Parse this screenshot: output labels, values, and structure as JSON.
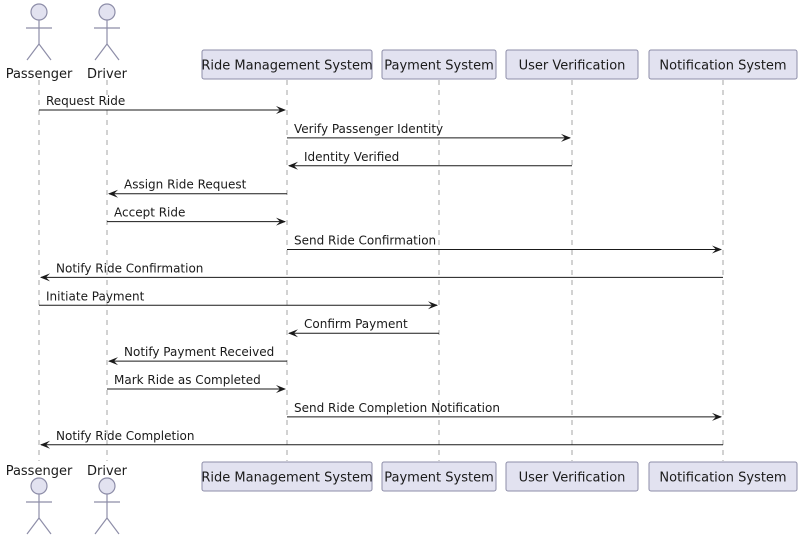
{
  "participants": [
    {
      "id": "passenger",
      "label": "Passenger",
      "kind": "actor"
    },
    {
      "id": "driver",
      "label": "Driver",
      "kind": "actor"
    },
    {
      "id": "ride_management",
      "label": "Ride Management System",
      "kind": "participant"
    },
    {
      "id": "payment",
      "label": "Payment System",
      "kind": "participant"
    },
    {
      "id": "user_verification",
      "label": "User Verification",
      "kind": "participant"
    },
    {
      "id": "notification",
      "label": "Notification System",
      "kind": "participant"
    }
  ],
  "messages": [
    {
      "from": "passenger",
      "to": "ride_management",
      "label": "Request Ride"
    },
    {
      "from": "ride_management",
      "to": "user_verification",
      "label": "Verify Passenger Identity"
    },
    {
      "from": "user_verification",
      "to": "ride_management",
      "label": "Identity Verified"
    },
    {
      "from": "ride_management",
      "to": "driver",
      "label": "Assign Ride Request"
    },
    {
      "from": "driver",
      "to": "ride_management",
      "label": "Accept Ride"
    },
    {
      "from": "ride_management",
      "to": "notification",
      "label": "Send Ride Confirmation"
    },
    {
      "from": "notification",
      "to": "passenger",
      "label": "Notify Ride Confirmation"
    },
    {
      "from": "passenger",
      "to": "payment",
      "label": "Initiate Payment"
    },
    {
      "from": "payment",
      "to": "ride_management",
      "label": "Confirm Payment"
    },
    {
      "from": "ride_management",
      "to": "driver",
      "label": "Notify Payment Received"
    },
    {
      "from": "driver",
      "to": "ride_management",
      "label": "Mark Ride as Completed"
    },
    {
      "from": "ride_management",
      "to": "notification",
      "label": "Send Ride Completion Notification"
    },
    {
      "from": "notification",
      "to": "passenger",
      "label": "Notify Ride Completion"
    }
  ]
}
